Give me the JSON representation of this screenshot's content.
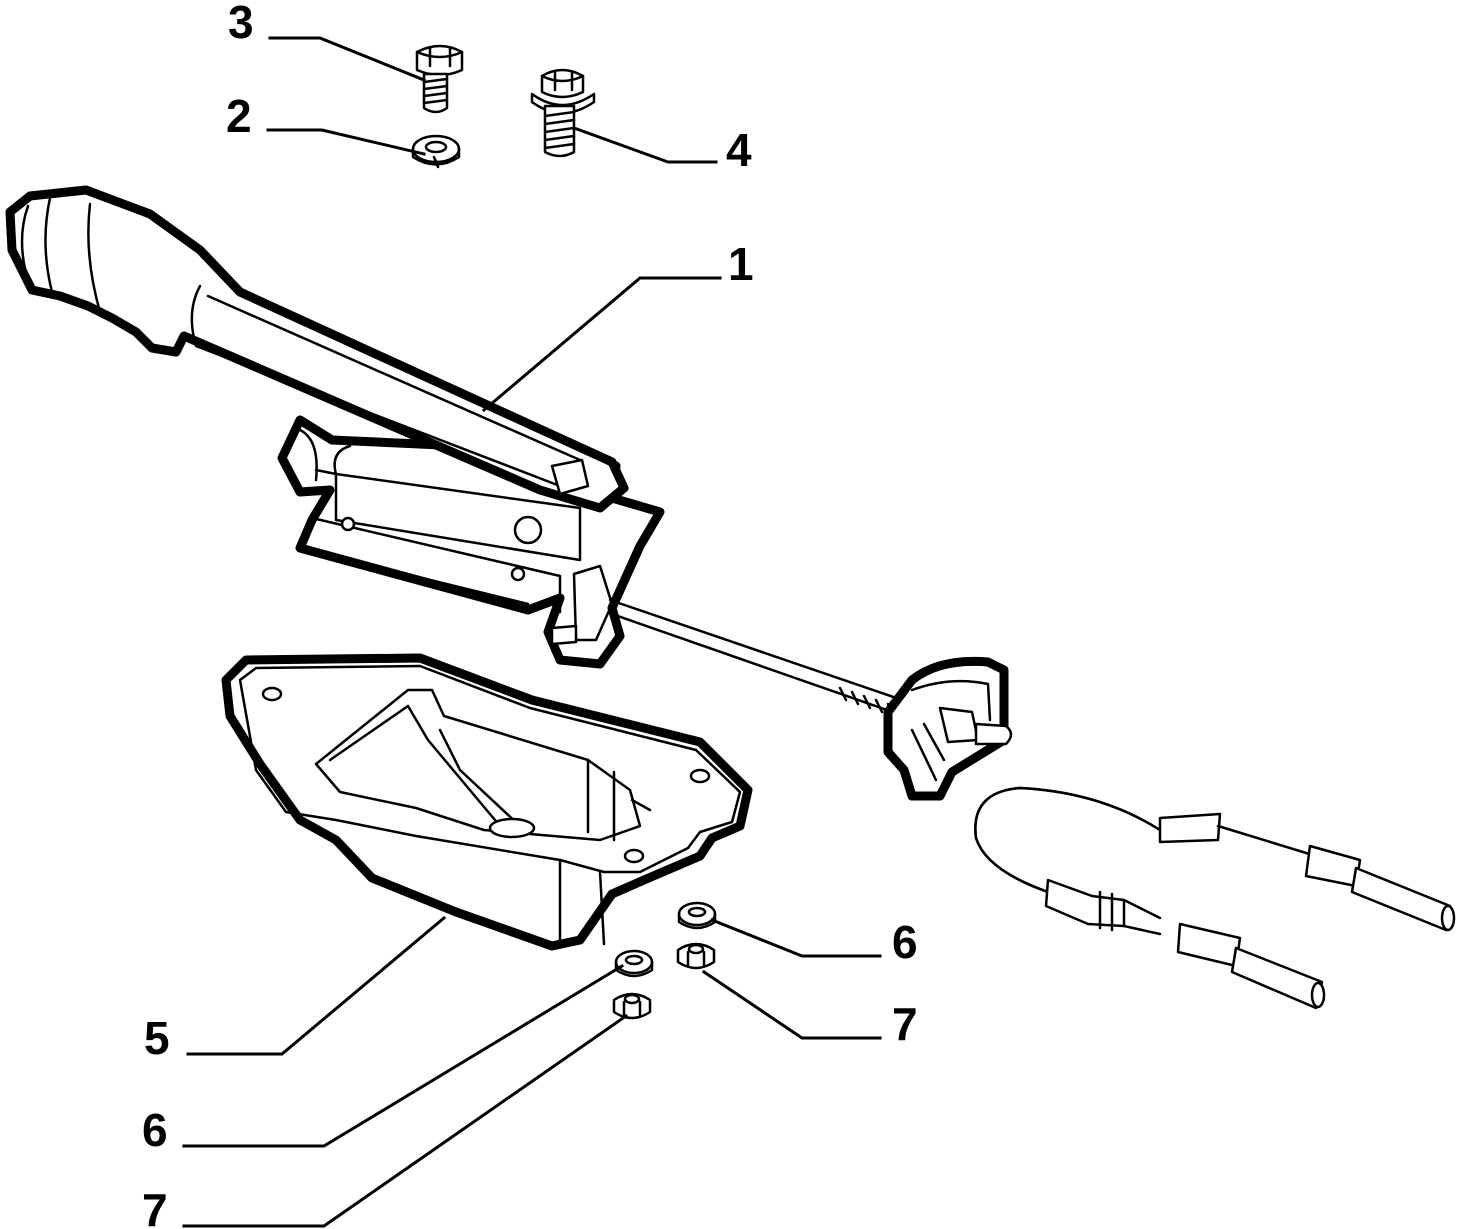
{
  "callouts": [
    {
      "id": "c1",
      "label": "1"
    },
    {
      "id": "c2",
      "label": "2"
    },
    {
      "id": "c3",
      "label": "3"
    },
    {
      "id": "c4",
      "label": "4"
    },
    {
      "id": "c5",
      "label": "5"
    },
    {
      "id": "c6a",
      "label": "6"
    },
    {
      "id": "c6b",
      "label": "6"
    },
    {
      "id": "c7a",
      "label": "7"
    },
    {
      "id": "c7b",
      "label": "7"
    }
  ],
  "colors": {
    "ink": "#000000",
    "paper": "#ffffff"
  }
}
